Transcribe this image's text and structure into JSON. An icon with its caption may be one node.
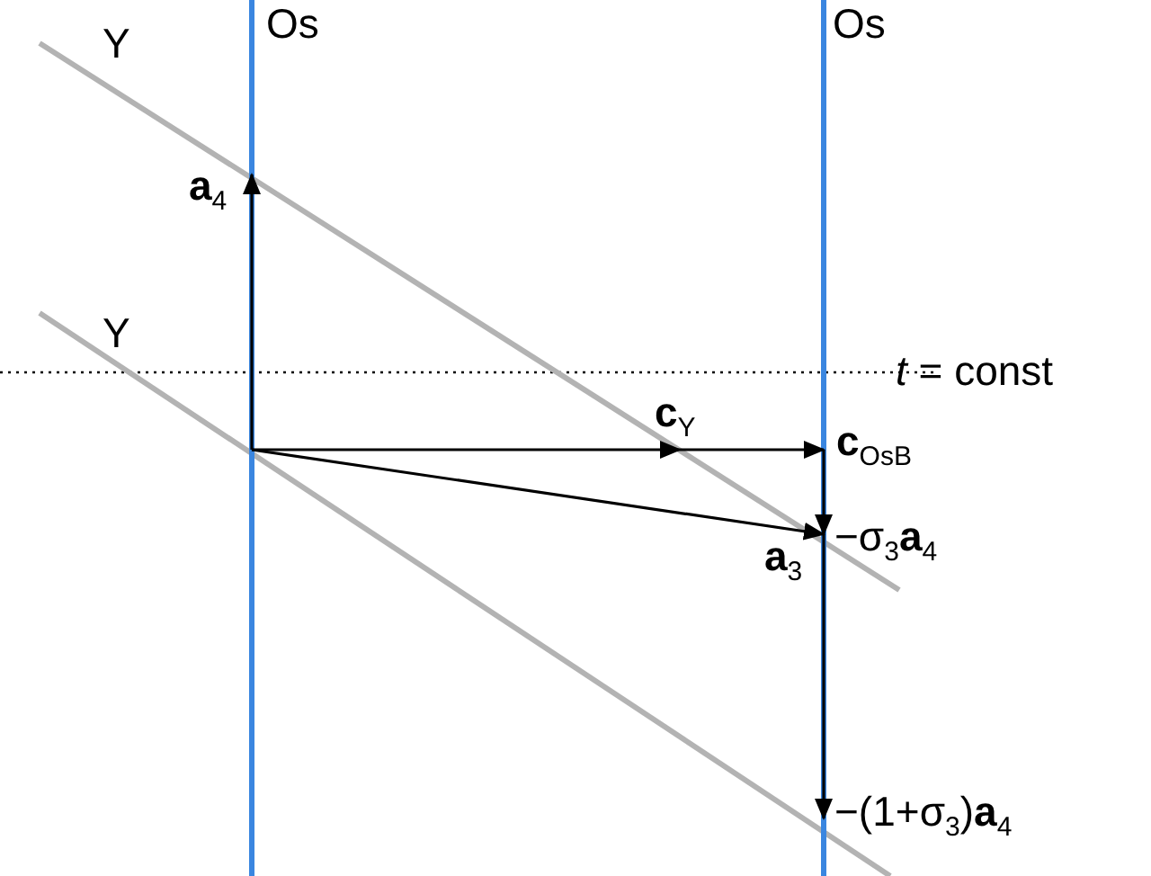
{
  "diagram": {
    "nodes": [
      {
        "text": [
          "**a**$_{4}$"
        ]
      },
      {
        "text": [
          "**c**$_{Y}$"
        ]
      },
      {
        "text": [
          "**c**$_{OsB}$"
        ]
      },
      {
        "text": [
          "**a**$_{3}$"
        ]
      },
      {
        "text": [
          "−σ$_{3}$**a**$_{4}$"
        ]
      },
      {
        "text": [
          "−(1+σ$_{3}$)**a**$_{4}$"
        ]
      }
    ],
    "edges": [
      {
        "from": null,
        "to": 0,
        "arrow": "to"
      },
      {
        "from": null,
        "to": 1,
        "arrow": "to"
      },
      {
        "from": 1,
        "to": 2,
        "arrow": "to"
      },
      {
        "from": null,
        "to": 3,
        "arrow": "to"
      },
      {
        "from": 2,
        "to": 4,
        "arrow": "to"
      },
      {
        "from": 4,
        "to": 5,
        "arrow": "to"
      }
    ],
    "labels": [
      "Y",
      "Os",
      "Os",
      "Y",
      "*t* = const"
    ]
  }
}
